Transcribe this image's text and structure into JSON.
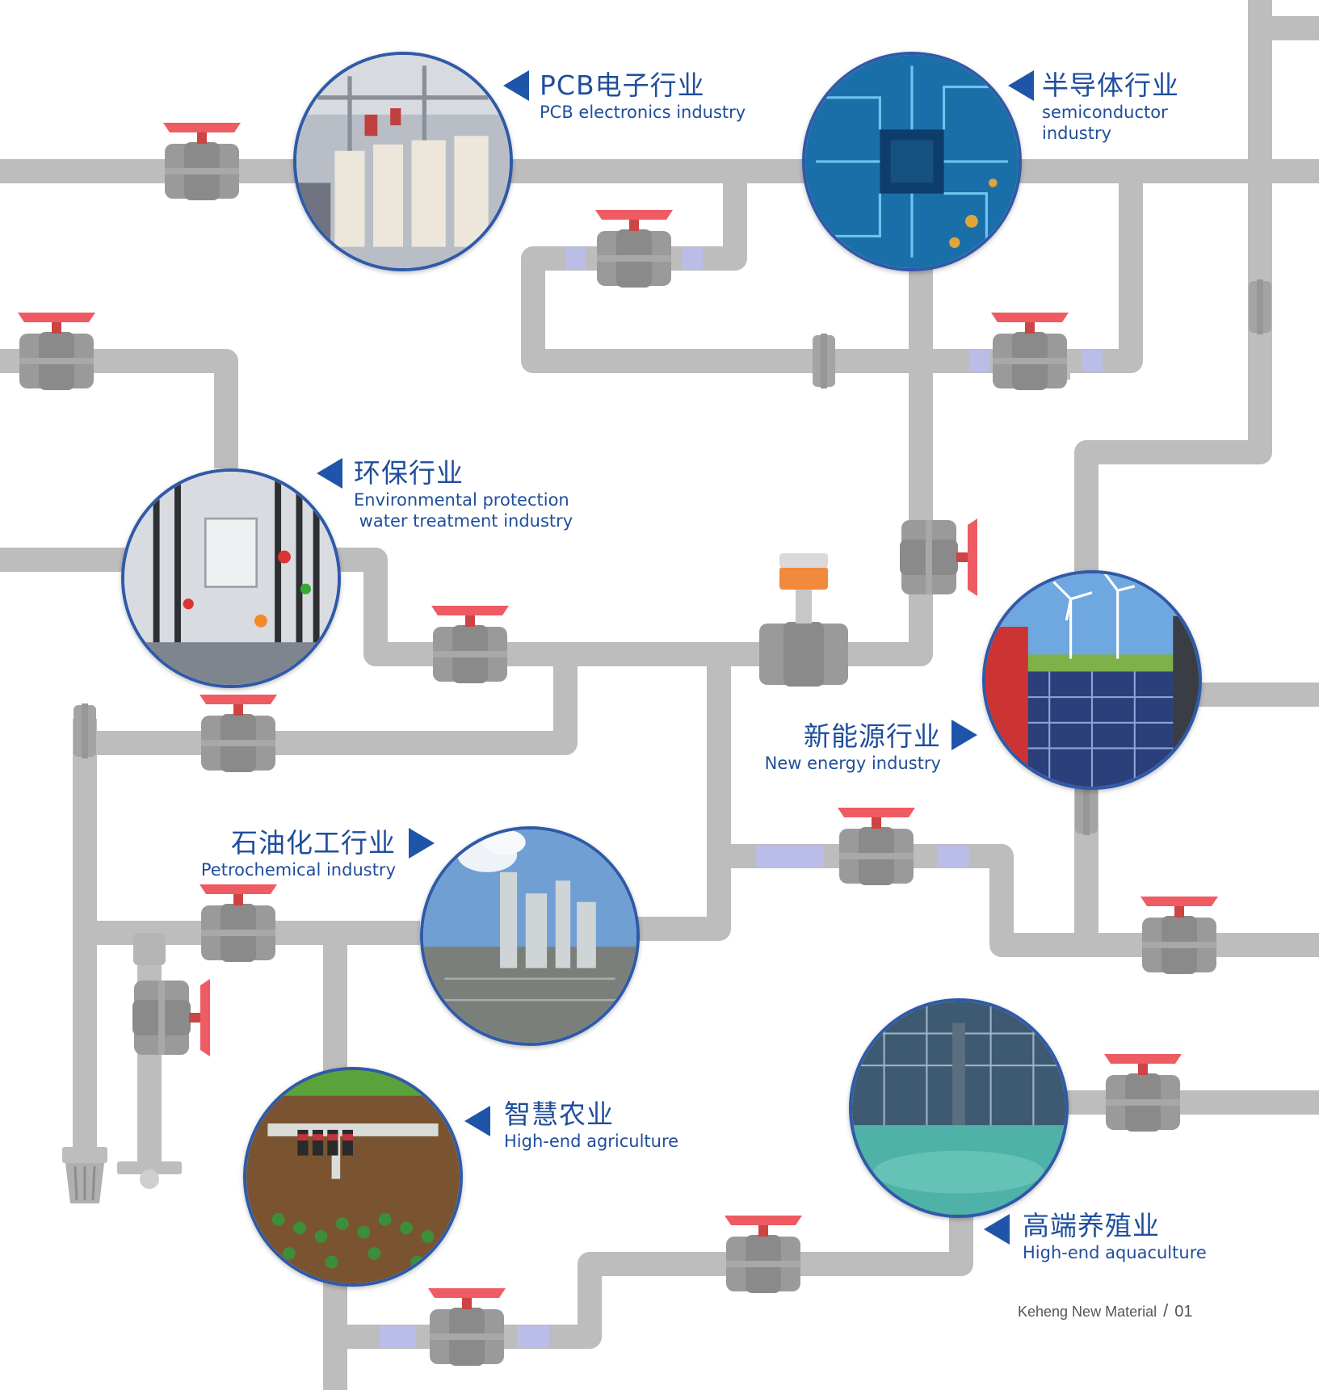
{
  "industries": [
    {
      "zh": "PCB电子行业",
      "en": "PCB electronics industry",
      "photo": "pcb-equipment-icon"
    },
    {
      "zh": "半导体行业",
      "en": "semiconductor\nindustry",
      "photo": "circuit-board-icon"
    },
    {
      "zh": "环保行业",
      "en": "Environmental protection\n water treatment industry",
      "photo": "water-treatment-icon"
    },
    {
      "zh": "新能源行业",
      "en": "New energy industry",
      "photo": "wind-solar-icon"
    },
    {
      "zh": "石油化工行业",
      "en": "Petrochemical industry",
      "photo": "refinery-icon"
    },
    {
      "zh": "智慧农业",
      "en": "High-end agriculture",
      "photo": "smart-farm-icon"
    },
    {
      "zh": "高端养殖业",
      "en": "High-end aquaculture",
      "photo": "aquaculture-pool-icon"
    }
  ],
  "footer": {
    "company": "Keheng New Material",
    "separator": "/",
    "page": "01"
  },
  "colors": {
    "pipe": "#b8b8b8",
    "valve_handle": "#ef5b62",
    "accent": "#1f4e9c",
    "clear_pipe": "#b9bdf0"
  }
}
